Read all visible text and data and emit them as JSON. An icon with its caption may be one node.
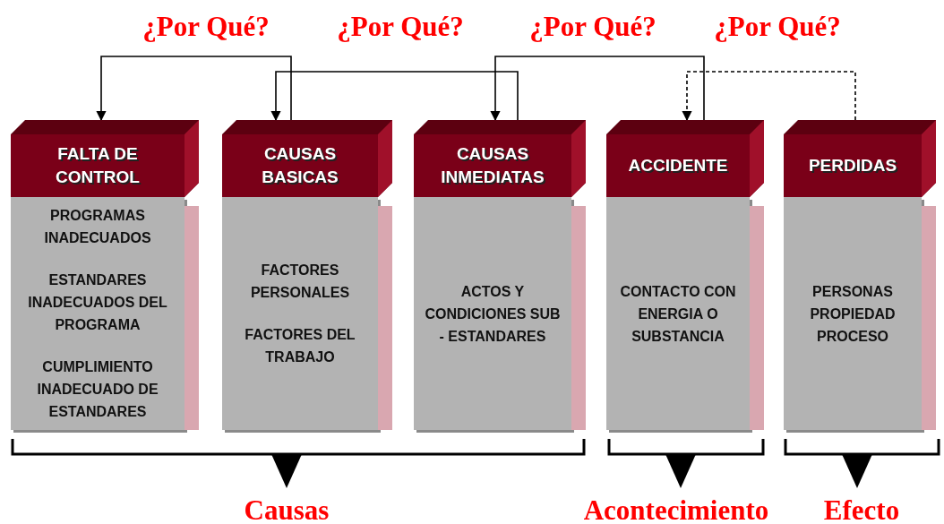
{
  "diagram": {
    "nodes": [
      {
        "text": [
          "FALTA DE CONTROL",
          "PROGRAMAS INADECUADOS",
          "ESTANDARES INADECUADOS DEL PROGRAMA",
          "CUMPLIMIENTO INADECUADO DE ESTANDARES"
        ]
      },
      {
        "text": [
          "CAUSAS BASICAS",
          "FACTORES PERSONALES",
          "FACTORES DEL TRABAJO"
        ]
      },
      {
        "text": [
          "CAUSAS INMEDIATAS",
          "ACTOS Y CONDICIONES SUB - ESTANDARES"
        ]
      },
      {
        "text": [
          "ACCIDENTE",
          "CONTACTO CON ENERGIA O SUBSTANCIA"
        ]
      },
      {
        "text": [
          "PERDIDAS",
          "PERSONAS PROPIEDAD PROCESO"
        ]
      }
    ],
    "edges": [
      {
        "from": 1,
        "to": 0,
        "arrow": "to"
      },
      {
        "from": 2,
        "to": 1,
        "arrow": "to"
      },
      {
        "from": 3,
        "to": 2,
        "arrow": "to"
      },
      {
        "from": 4,
        "to": 3,
        "arrow": "to",
        "style": "dashed"
      }
    ],
    "labels": [
      "¿Por Qué?",
      "¿Por Qué?",
      "¿Por Qué?",
      "¿Por Qué?",
      "Causas",
      "Acontecimiento",
      "Efecto"
    ]
  }
}
